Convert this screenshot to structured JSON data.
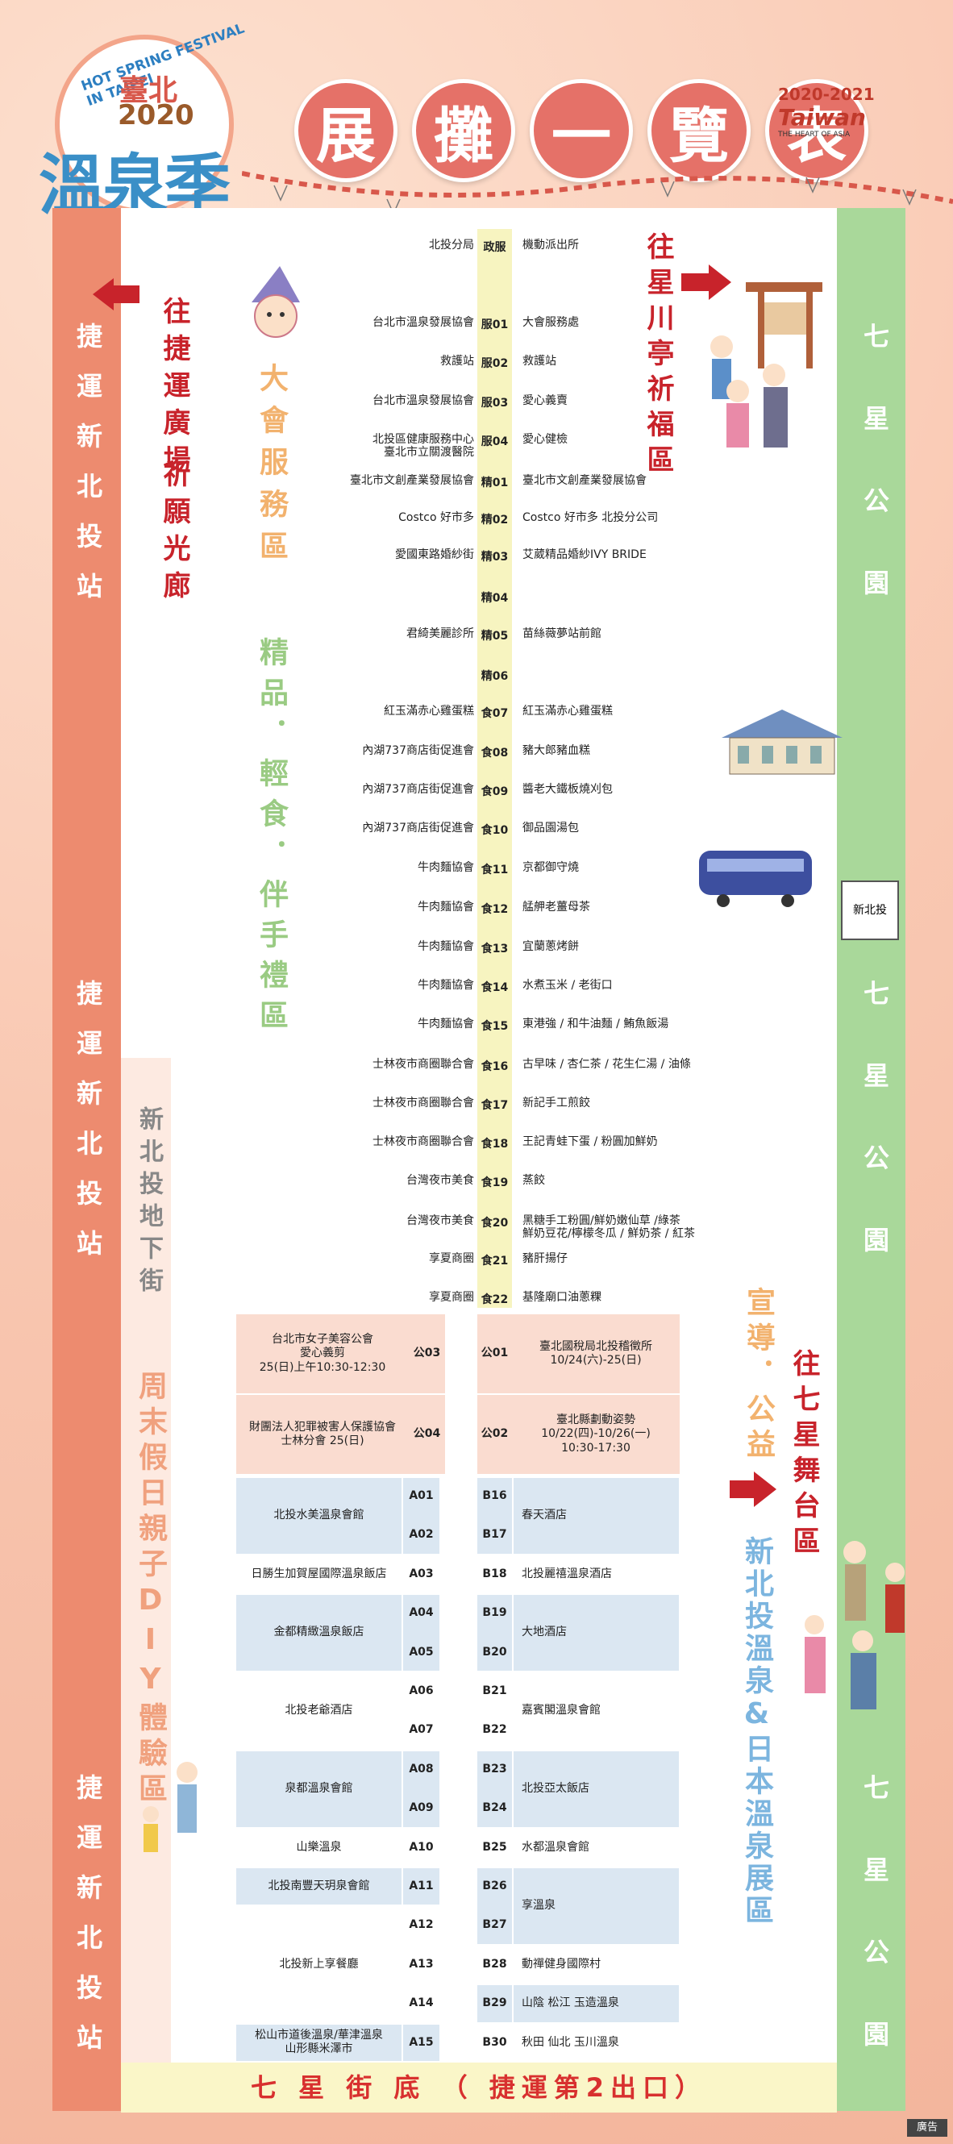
{
  "logo": {
    "arc_text": "HOT SPRING FESTIVAL IN TAIPEI",
    "city": "臺北",
    "year": "2020",
    "name": "溫泉季"
  },
  "title_chars": [
    "展",
    "攤",
    "一",
    "覽",
    "表"
  ],
  "brand": {
    "years": "2020-2021",
    "name": "Taiwan",
    "sub": "THE HEART OF ASIA"
  },
  "left_column_labels": [
    "捷運新北投站",
    "捷運新北投站",
    "捷運新北投站"
  ],
  "right_column_labels": [
    "七星公園",
    "七星公園",
    "七星公園"
  ],
  "directions": {
    "left": [
      "往捷運廣場",
      "祈願光廊"
    ],
    "right_top": "往星川亭祈福區",
    "right_bottom": "往七星舞台區"
  },
  "zones": {
    "service": "大會服務區",
    "boutique": "精品．輕食．伴手禮區",
    "underground": "新北投地下街",
    "diy": "周末假日親子DIY體驗區",
    "promo": "宣導．公益",
    "hotspring": "新北投溫泉&日本溫泉展區"
  },
  "rows": [
    {
      "left": "北投分局",
      "code": "政服",
      "right": "機動派出所"
    },
    {
      "left": "台北市溫泉發展協會",
      "code": "服01",
      "right": "大會服務處"
    },
    {
      "left": "救護站",
      "code": "服02",
      "right": "救護站"
    },
    {
      "left": "台北市溫泉發展協會",
      "code": "服03",
      "right": "愛心義賣"
    },
    {
      "left": "北投區健康服務中心\n臺北市立關渡醫院",
      "code": "服04",
      "right": "愛心健檢"
    },
    {
      "left": "臺北市文創產業發展協會",
      "code": "精01",
      "right": "臺北市文創產業發展協會"
    },
    {
      "left": "Costco 好市多",
      "code": "精02",
      "right": "Costco 好市多 北投分公司"
    },
    {
      "left": "愛國東路婚紗街",
      "code": "精03",
      "right": "艾葳精品婚紗IVY BRIDE"
    },
    {
      "left": "",
      "code": "精04",
      "right": ""
    },
    {
      "left": "君綺美麗診所",
      "code": "精05",
      "right": "苗絲薇夢站前館"
    },
    {
      "left": "",
      "code": "精06",
      "right": ""
    },
    {
      "left": "紅玉滿赤心雞蛋糕",
      "code": "食07",
      "right": "紅玉滿赤心雞蛋糕"
    },
    {
      "left": "內湖737商店街促進會",
      "code": "食08",
      "right": "豬大郎豬血糕"
    },
    {
      "left": "內湖737商店街促進會",
      "code": "食09",
      "right": "醬老大鐵板燒刈包"
    },
    {
      "left": "內湖737商店街促進會",
      "code": "食10",
      "right": "御品園湯包"
    },
    {
      "left": "牛肉麵協會",
      "code": "食11",
      "right": "京都御守燒"
    },
    {
      "left": "牛肉麵協會",
      "code": "食12",
      "right": "艋舺老薑母茶"
    },
    {
      "left": "牛肉麵協會",
      "code": "食13",
      "right": "宜蘭蔥烤餅"
    },
    {
      "left": "牛肉麵協會",
      "code": "食14",
      "right": "水煮玉米 / 老街口"
    },
    {
      "left": "牛肉麵協會",
      "code": "食15",
      "right": "東港強 / 和牛油麵 / 鮪魚飯湯"
    },
    {
      "left": "士林夜市商圈聯合會",
      "code": "食16",
      "right": "古早味 / 杏仁茶 / 花生仁湯 / 油條"
    },
    {
      "left": "士林夜市商圈聯合會",
      "code": "食17",
      "right": "新記手工煎餃"
    },
    {
      "left": "士林夜市商圈聯合會",
      "code": "食18",
      "right": "王記青蛙下蛋 / 粉圓加鮮奶"
    },
    {
      "left": "台灣夜市美食",
      "code": "食19",
      "right": "蒸餃"
    },
    {
      "left": "台灣夜市美食",
      "code": "食20",
      "right": "黑糖手工粉圓/鮮奶嫩仙草 /綠茶\n鮮奶豆花/檸檬冬瓜 / 鮮奶茶 / 紅茶"
    },
    {
      "left": "享夏商圈",
      "code": "食21",
      "right": "豬肝揚仔"
    },
    {
      "left": "享夏商圈",
      "code": "食22",
      "right": "基隆廟口油蔥粿"
    }
  ],
  "public_left": [
    {
      "name": "台北市女子美容公會\n愛心義剪\n25(日)上午10:30-12:30",
      "code": "公03"
    },
    {
      "name": "財團法人犯罪被害人保護協會\n士林分會 25(日)",
      "code": "公04"
    }
  ],
  "public_right": [
    {
      "name": "臺北國稅局北投稽徵所\n10/24(六)-25(日)",
      "code": "公01"
    },
    {
      "name": "臺北縣劃動姿勢\n10/22(四)-10/26(一)\n10:30-17:30",
      "code": "公02"
    }
  ],
  "booths_left": [
    {
      "name": "北投水美溫泉會館",
      "codes": [
        "A01",
        "A02"
      ]
    },
    {
      "name": "日勝生加賀屋國際溫泉飯店",
      "codes": [
        "A03"
      ]
    },
    {
      "name": "金都精緻溫泉飯店",
      "codes": [
        "A04",
        "A05"
      ]
    },
    {
      "name": "北投老爺酒店",
      "codes": [
        "A06",
        "A07"
      ]
    },
    {
      "name": "泉都溫泉會館",
      "codes": [
        "A08",
        "A09"
      ]
    },
    {
      "name": "山樂溫泉",
      "codes": [
        "A10"
      ]
    },
    {
      "name": "北投南豐天玥泉會館",
      "codes": [
        "A11"
      ]
    },
    {
      "name": "北投新上享餐廳",
      "codes": [
        "A12",
        "A13",
        "A14"
      ]
    },
    {
      "name": "松山市道後溫泉/華津溫泉\n山形縣米澤市",
      "codes": [
        "A15"
      ]
    }
  ],
  "booths_right": [
    {
      "name": "春天酒店",
      "codes": [
        "B16",
        "B17"
      ]
    },
    {
      "name": "北投麗禧溫泉酒店",
      "codes": [
        "B18"
      ]
    },
    {
      "name": "大地酒店",
      "codes": [
        "B19",
        "B20"
      ]
    },
    {
      "name": "嘉賓閣溫泉會館",
      "codes": [
        "B21",
        "B22"
      ]
    },
    {
      "name": "北投亞太飯店",
      "codes": [
        "B23",
        "B24"
      ]
    },
    {
      "name": "水都溫泉會館",
      "codes": [
        "B25"
      ]
    },
    {
      "name": "享溫泉",
      "codes": [
        "B26",
        "B27"
      ]
    },
    {
      "name": "動禪健身國際村",
      "codes": [
        "B28"
      ]
    },
    {
      "name": "山陰 松江 玉造溫泉",
      "codes": [
        "B29"
      ]
    },
    {
      "name": "秋田 仙北 玉川溫泉",
      "codes": [
        "B30"
      ]
    }
  ],
  "bottom_text": "七 星 街 底 （ 捷運第2出口）",
  "ad_label": "廣告",
  "sign_text": "新北投",
  "colors": {
    "left_col": "#ed8b6f",
    "right_col": "#a9d89a",
    "title": "#e57168",
    "red": "#c8232b"
  }
}
